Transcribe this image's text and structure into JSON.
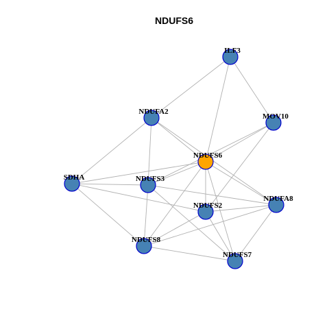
{
  "title": "NDUFS6",
  "colors": {
    "node_fill": "#4682b4",
    "node_stroke": "#0000cd",
    "focus_fill": "#ffa500",
    "edge": "#b0b0b0"
  },
  "nodes": [
    {
      "id": "ILF3",
      "label": "ILF3",
      "focus": false
    },
    {
      "id": "NDUFA2",
      "label": "NDUFA2",
      "focus": false
    },
    {
      "id": "MOV10",
      "label": "MOV10",
      "focus": false
    },
    {
      "id": "NDUFS6",
      "label": "NDUFS6",
      "focus": true
    },
    {
      "id": "SDHA",
      "label": "SDHA",
      "focus": false
    },
    {
      "id": "NDUFS3",
      "label": "NDUFS3",
      "focus": false
    },
    {
      "id": "NDUFA8",
      "label": "NDUFA8",
      "focus": false
    },
    {
      "id": "NDUFS2",
      "label": "NDUFS2",
      "focus": false
    },
    {
      "id": "NDUFS8",
      "label": "NDUFS8",
      "focus": false
    },
    {
      "id": "NDUFS7",
      "label": "NDUFS7",
      "focus": false
    }
  ],
  "edges": [
    [
      "ILF3",
      "NDUFA2"
    ],
    [
      "ILF3",
      "MOV10"
    ],
    [
      "ILF3",
      "NDUFS6"
    ],
    [
      "NDUFA2",
      "SDHA"
    ],
    [
      "NDUFA2",
      "NDUFS6"
    ],
    [
      "NDUFA2",
      "NDUFS3"
    ],
    [
      "NDUFA2",
      "NDUFA8"
    ],
    [
      "MOV10",
      "NDUFS6"
    ],
    [
      "MOV10",
      "NDUFS3"
    ],
    [
      "MOV10",
      "NDUFS2"
    ],
    [
      "NDUFS6",
      "SDHA"
    ],
    [
      "NDUFS6",
      "NDUFS3"
    ],
    [
      "NDUFS6",
      "NDUFS2"
    ],
    [
      "NDUFS6",
      "NDUFA8"
    ],
    [
      "NDUFS6",
      "NDUFS8"
    ],
    [
      "NDUFS6",
      "NDUFS7"
    ],
    [
      "SDHA",
      "NDUFS3"
    ],
    [
      "SDHA",
      "NDUFS2"
    ],
    [
      "SDHA",
      "NDUFS8"
    ],
    [
      "NDUFS3",
      "NDUFS8"
    ],
    [
      "NDUFS3",
      "NDUFS7"
    ],
    [
      "NDUFS3",
      "NDUFA8"
    ],
    [
      "NDUFS2",
      "NDUFS8"
    ],
    [
      "NDUFS2",
      "NDUFS7"
    ],
    [
      "NDUFS2",
      "NDUFA8"
    ],
    [
      "NDUFA8",
      "NDUFS8"
    ],
    [
      "NDUFA8",
      "NDUFS7"
    ],
    [
      "NDUFS8",
      "NDUFS7"
    ]
  ]
}
